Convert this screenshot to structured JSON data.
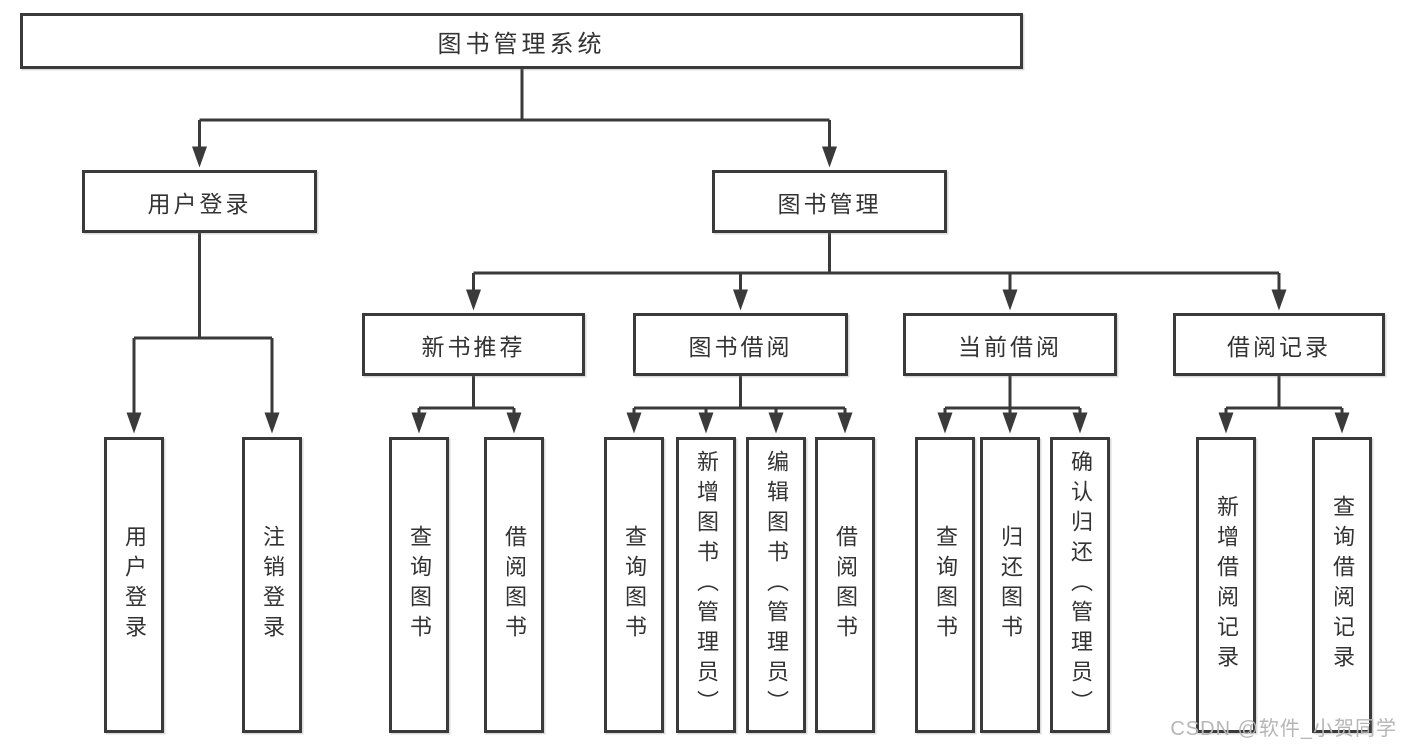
{
  "diagram": {
    "root": {
      "label": "图书管理系统",
      "children": [
        {
          "label": "用户登录",
          "children": [
            {
              "label": "用户登录"
            },
            {
              "label": "注销登录"
            }
          ]
        },
        {
          "label": "图书管理",
          "children": [
            {
              "label": "新书推荐",
              "children": [
                {
                  "label": "查询图书"
                },
                {
                  "label": "借阅图书"
                }
              ]
            },
            {
              "label": "图书借阅",
              "children": [
                {
                  "label": "查询图书"
                },
                {
                  "label": "新增图书（管理员）"
                },
                {
                  "label": "编辑图书（管理员）"
                },
                {
                  "label": "借阅图书"
                }
              ]
            },
            {
              "label": "当前借阅",
              "children": [
                {
                  "label": "查询图书"
                },
                {
                  "label": "归还图书"
                },
                {
                  "label": "确认归还（管理员）"
                }
              ]
            },
            {
              "label": "借阅记录",
              "children": [
                {
                  "label": "新增借阅记录"
                },
                {
                  "label": "查询借阅记录"
                }
              ]
            }
          ]
        }
      ]
    }
  },
  "watermark": {
    "text": "CSDN @软件_小贺同学"
  },
  "colors": {
    "line": "#3a3a3a",
    "text": "#333333",
    "watermark": "#b6b6b6",
    "background": "#ffffff"
  }
}
